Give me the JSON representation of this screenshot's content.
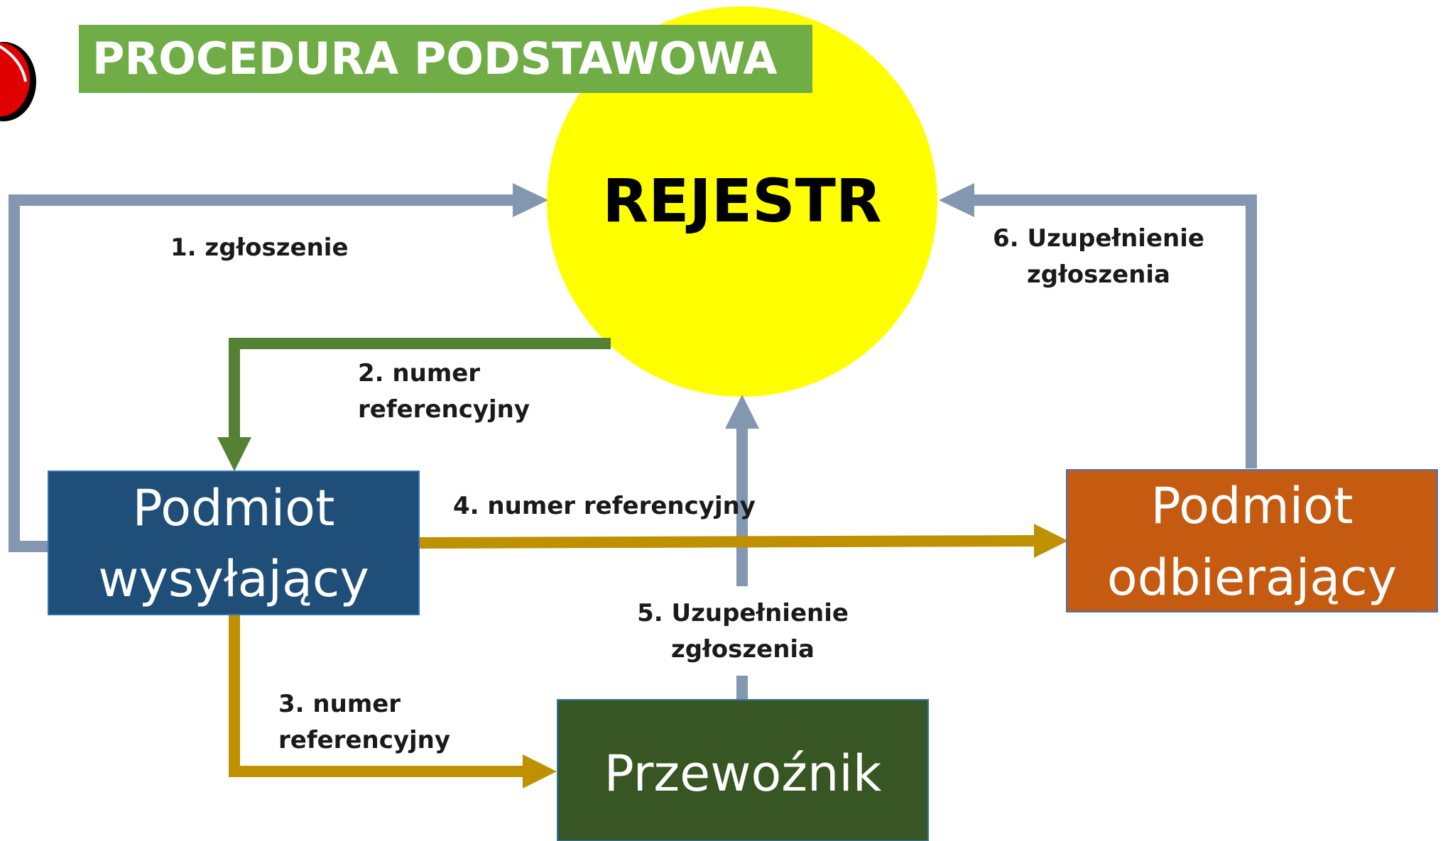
{
  "title": "PROCEDURA PODSTAWOWA",
  "registry": "REJESTR",
  "nodes": {
    "sender": {
      "line1": "Podmiot",
      "line2": "wysyłający"
    },
    "receiver": {
      "line1": "Podmiot",
      "line2": "odbierający"
    },
    "carrier": {
      "line1": "Przewoźnik"
    }
  },
  "flows": {
    "f1": {
      "line1": "1. zgłoszenie"
    },
    "f2": {
      "line1": "2. numer",
      "line2": "referencyjny"
    },
    "f3": {
      "line1": "3. numer",
      "line2": "referencyjny"
    },
    "f4": {
      "line1": "4. numer referencyjny"
    },
    "f5": {
      "line1": "5. Uzupełnienie",
      "line2": "zgłoszenia"
    },
    "f6": {
      "line1": "6. Uzupełnienie",
      "line2": "zgłoszenia"
    }
  },
  "colors": {
    "title_bg": "#70AD47",
    "registry_fill": "#FFFF00",
    "sender_fill": "#1F4E79",
    "receiver_fill": "#C55A11",
    "carrier_fill": "#375623",
    "arrow_blue_gray": "#8497B0",
    "arrow_green": "#548235",
    "arrow_gold": "#BF9000",
    "logo_red": "#E00000"
  }
}
